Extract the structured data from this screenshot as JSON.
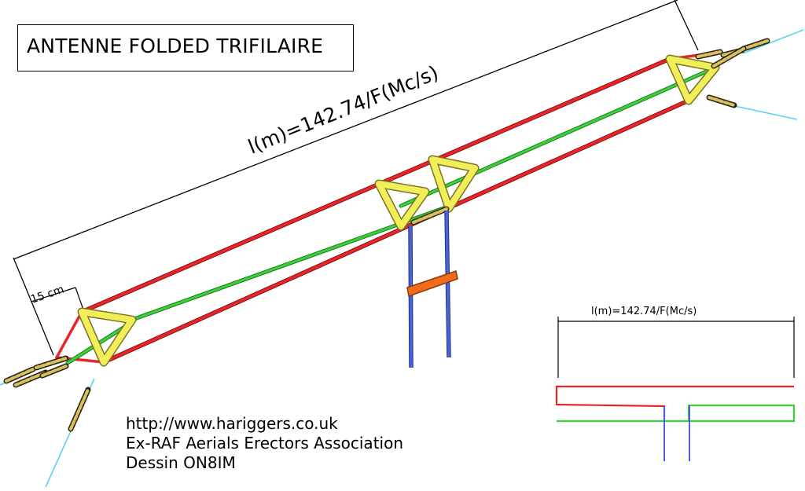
{
  "title": "ANTENNE FOLDED TRIFILAIRE",
  "formula_main": "l(m)=142.74/F(Mc/s)",
  "spacing_label": "15 cm",
  "formula_schematic": "l(m)=142.74/F(Mc/s)",
  "credits": {
    "url": "http://www.hariggers.co.uk",
    "association": "Ex-RAF Aerials Erectors Association",
    "author": "Dessin ON8IM"
  },
  "colors": {
    "conductor_outer": "#e8262a",
    "conductor_middle": "#3ad13a",
    "feeder": "#4a63d8",
    "spreader": "#f2ee5a",
    "insulator": "#d8c060",
    "guy_rope": "#52d5f0",
    "feeder_spacer": "#f26a1c"
  }
}
